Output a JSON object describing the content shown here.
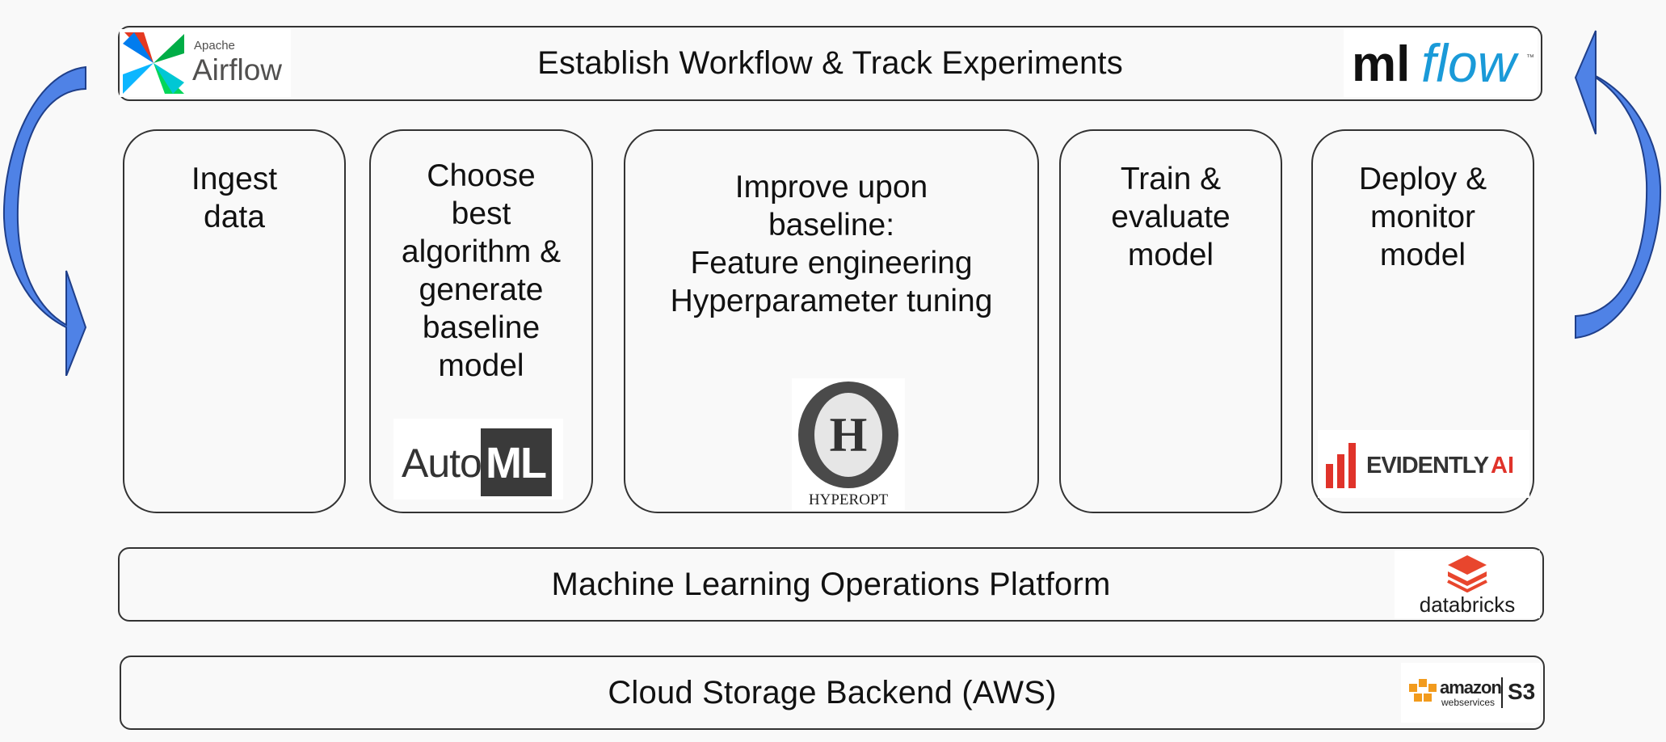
{
  "top_bar": {
    "title": "Establish Workflow & Track Experiments"
  },
  "stages": [
    {
      "id": "ingest",
      "title": "Ingest\ndata"
    },
    {
      "id": "choose",
      "title": "Choose\nbest\nalgorithm &\ngenerate\nbaseline\nmodel"
    },
    {
      "id": "improve",
      "title": "Improve upon\nbaseline:\nFeature engineering\nHyperparameter tuning"
    },
    {
      "id": "train",
      "title": "Train &\nevaluate\nmodel"
    },
    {
      "id": "deploy",
      "title": "Deploy &\nmonitor\nmodel"
    }
  ],
  "platform_bar": {
    "title": "Machine Learning Operations Platform"
  },
  "storage_bar": {
    "title": "Cloud Storage Backend (AWS)"
  },
  "logos": {
    "airflow": {
      "small": "Apache",
      "big": "Airflow"
    },
    "mlflow": {
      "ml": "ml",
      "flow": "flow",
      "tm": "™"
    },
    "automl": {
      "auto": "Auto",
      "ml": "ML"
    },
    "hyperopt": {
      "letter": "H",
      "name": "HYPEROPT"
    },
    "evidently": {
      "text": "EVIDENTLY",
      "ai": "AI"
    },
    "databricks": {
      "name": "databricks"
    },
    "aws_s3": {
      "amazon": "amazon",
      "webservices": "webservices",
      "s3": "S3"
    }
  },
  "colors": {
    "arrow_blue": "#4f82e6",
    "automl_dark": "#3a3a3a",
    "evidently_red": "#e0332a",
    "databricks_red": "#e8462d",
    "mlflow_blue": "#1a9ad8",
    "aws_orange": "#f29b1d"
  }
}
